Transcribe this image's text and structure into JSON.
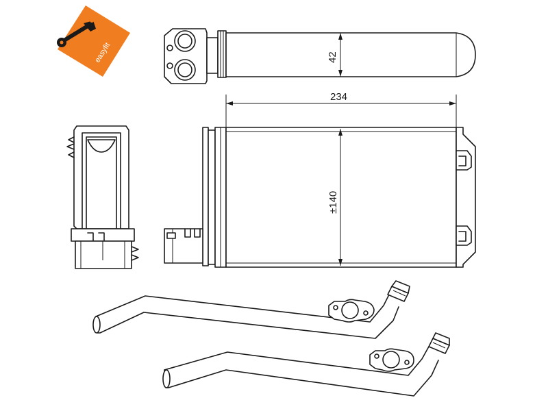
{
  "logo": {
    "text": "easyfit",
    "badge_color": "#f07d1f",
    "icon": "wrench-icon"
  },
  "dimensions": {
    "tube_diameter": "42",
    "core_width": "234",
    "core_height": "±140"
  },
  "colors": {
    "line": "#1a1a1a",
    "background": "#ffffff"
  }
}
